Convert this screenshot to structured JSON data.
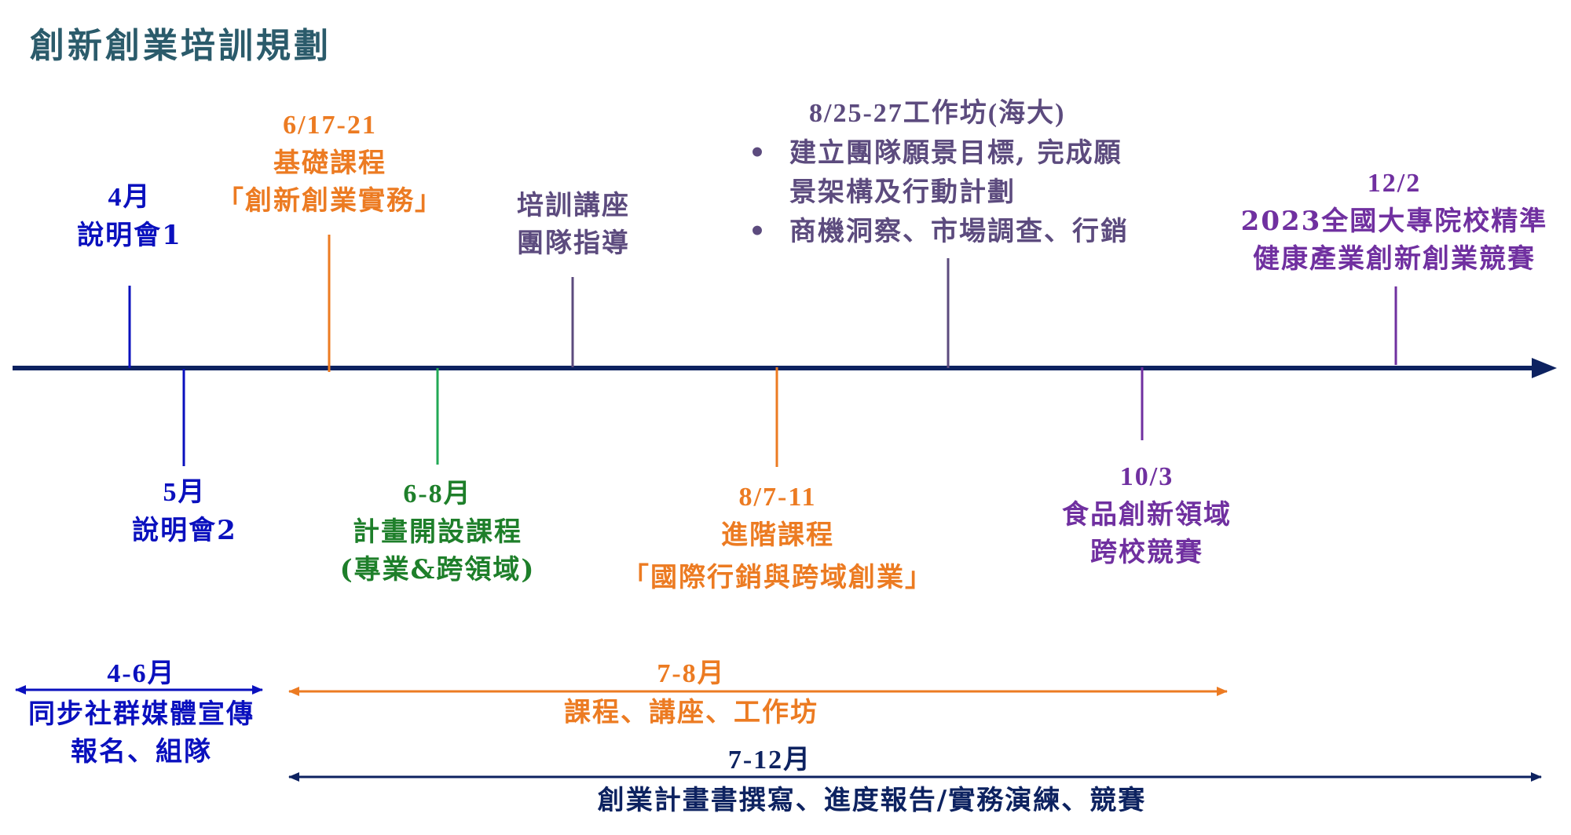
{
  "title": "創新創業培訓規劃",
  "colors": {
    "title": "#2B5B6B",
    "blue": "#0A10BE",
    "orange": "#EC7B22",
    "green_text": "#1E7F2A",
    "green_line": "#22A855",
    "slate": "#5C4B7E",
    "purple": "#7030A0",
    "navy": "#0D2260"
  },
  "timeline": {
    "events_above": [
      {
        "id": "apr",
        "date": "4月",
        "lines": [
          "說明會1"
        ],
        "color": "blue"
      },
      {
        "id": "jun",
        "date": "6/17-21",
        "lines": [
          "基礎課程",
          "「創新創業實務」"
        ],
        "color": "orange"
      },
      {
        "id": "lecture",
        "date": "",
        "lines": [
          "培訓講座",
          "團隊指導"
        ],
        "color": "slate"
      },
      {
        "id": "workshop",
        "date": "8/25-27工作坊(海大)",
        "bullets": [
          "建立團隊願景目標, 完成願景架構及行動計劃",
          "商機洞察、市場調查、行銷"
        ],
        "bullet_char": "•",
        "color": "slate"
      },
      {
        "id": "dec",
        "date": "12/2",
        "lines": [
          "2023全國大專院校精準",
          "健康產業創新創業競賽"
        ],
        "color": "purple"
      }
    ],
    "events_below": [
      {
        "id": "may",
        "date": "5月",
        "lines": [
          "說明會2"
        ],
        "color": "blue"
      },
      {
        "id": "jun-aug",
        "date": "6-8月",
        "lines": [
          "計畫開設課程",
          "(專業&跨領域)"
        ],
        "color": "green"
      },
      {
        "id": "aug",
        "date": "8/7-11",
        "lines": [
          "進階課程",
          "「國際行銷與跨域創業」"
        ],
        "color": "orange"
      },
      {
        "id": "oct",
        "date": "10/3",
        "lines": [
          "食品創新領域",
          "跨校競賽"
        ],
        "color": "purple"
      }
    ]
  },
  "periods": [
    {
      "id": "p1",
      "range": "4-6月",
      "lines": [
        "同步社群媒體宣傳",
        "報名、組隊"
      ],
      "color": "blue"
    },
    {
      "id": "p2",
      "range": "7-8月",
      "lines": [
        "課程、講座、工作坊"
      ],
      "color": "orange"
    },
    {
      "id": "p3",
      "range": "7-12月",
      "lines": [
        "創業計畫書撰寫、進度報告/實務演練、競賽"
      ],
      "color": "navy"
    }
  ]
}
